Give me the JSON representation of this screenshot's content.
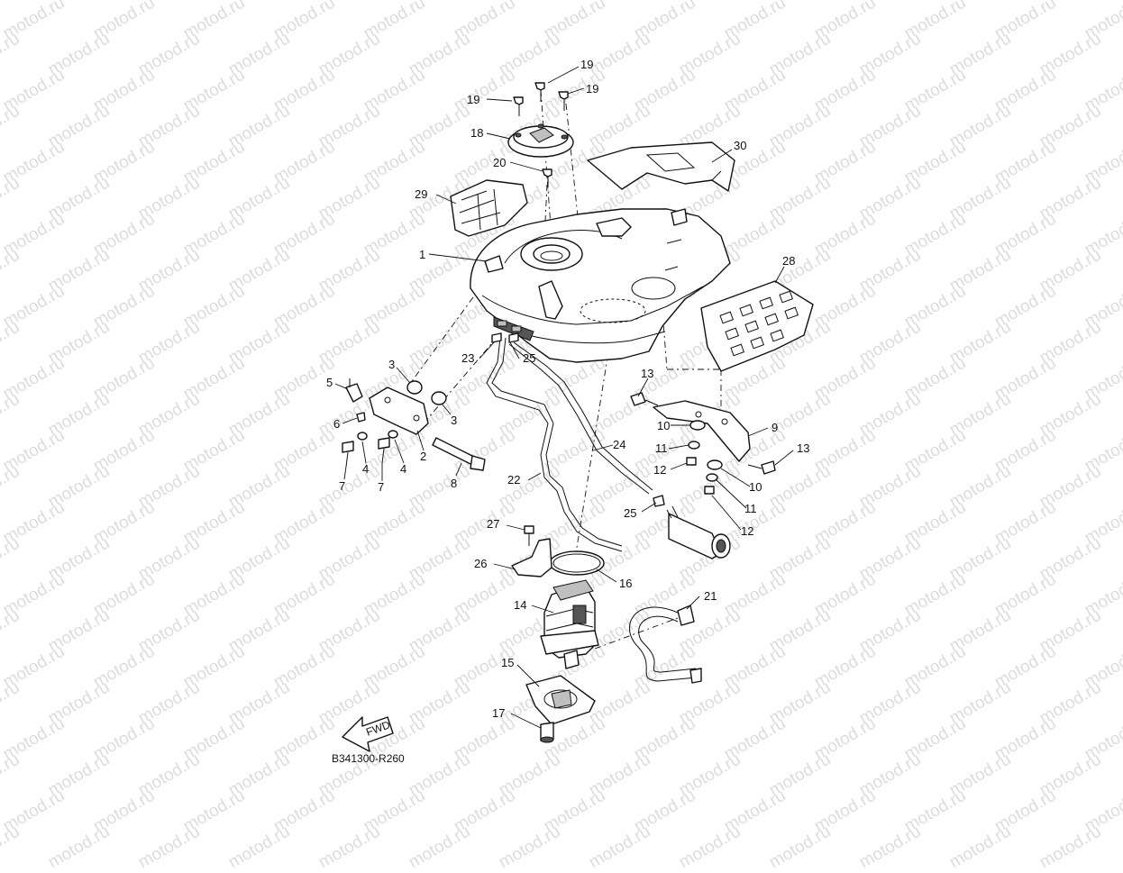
{
  "watermark": {
    "text": "motod.ru"
  },
  "diagram": {
    "code": "B341300-R260",
    "fwd_label": "FWD",
    "callouts": {
      "c1": "1",
      "c2": "2",
      "c3a": "3",
      "c3b": "3",
      "c4a": "4",
      "c4b": "4",
      "c5": "5",
      "c6": "6",
      "c7a": "7",
      "c7b": "7",
      "c8": "8",
      "c9": "9",
      "c10a": "10",
      "c10b": "10",
      "c11a": "11",
      "c11b": "11",
      "c12a": "12",
      "c12b": "12",
      "c13a": "13",
      "c13b": "13",
      "c14": "14",
      "c15": "15",
      "c16": "16",
      "c17": "17",
      "c18": "18",
      "c19a": "19",
      "c19b": "19",
      "c19c": "19",
      "c20": "20",
      "c21": "21",
      "c22": "22",
      "c23": "23",
      "c24": "24",
      "c25a": "25",
      "c25b": "25",
      "c26": "26",
      "c27": "27",
      "c28": "28",
      "c29": "29",
      "c30": "30"
    }
  }
}
